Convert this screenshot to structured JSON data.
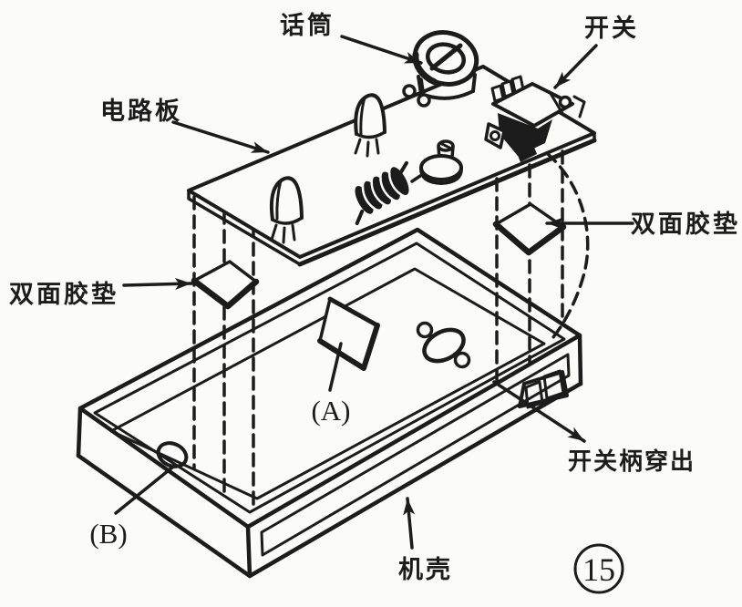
{
  "figure": {
    "number": "15"
  },
  "diagram": {
    "labels": {
      "microphone": "话筒",
      "switch": "开关",
      "circuit_board": "电路板",
      "adhesive_pad_right": "双面胶垫",
      "adhesive_pad_left": "双面胶垫",
      "point_a": "(A)",
      "point_b": "(B)",
      "switch_handle_out": "开关柄穿出",
      "case": "机壳"
    },
    "parts": {
      "board": "circuit board with transistors, coil, trimmer capacitor, microphone and slide switch",
      "pads": "two double-sided adhesive mounting pads",
      "case": "open plastic enclosure with switch slot, pad position A and hole B"
    },
    "colors": {
      "ink": "#1c1c1c",
      "paper": "#fbfbf9"
    }
  }
}
